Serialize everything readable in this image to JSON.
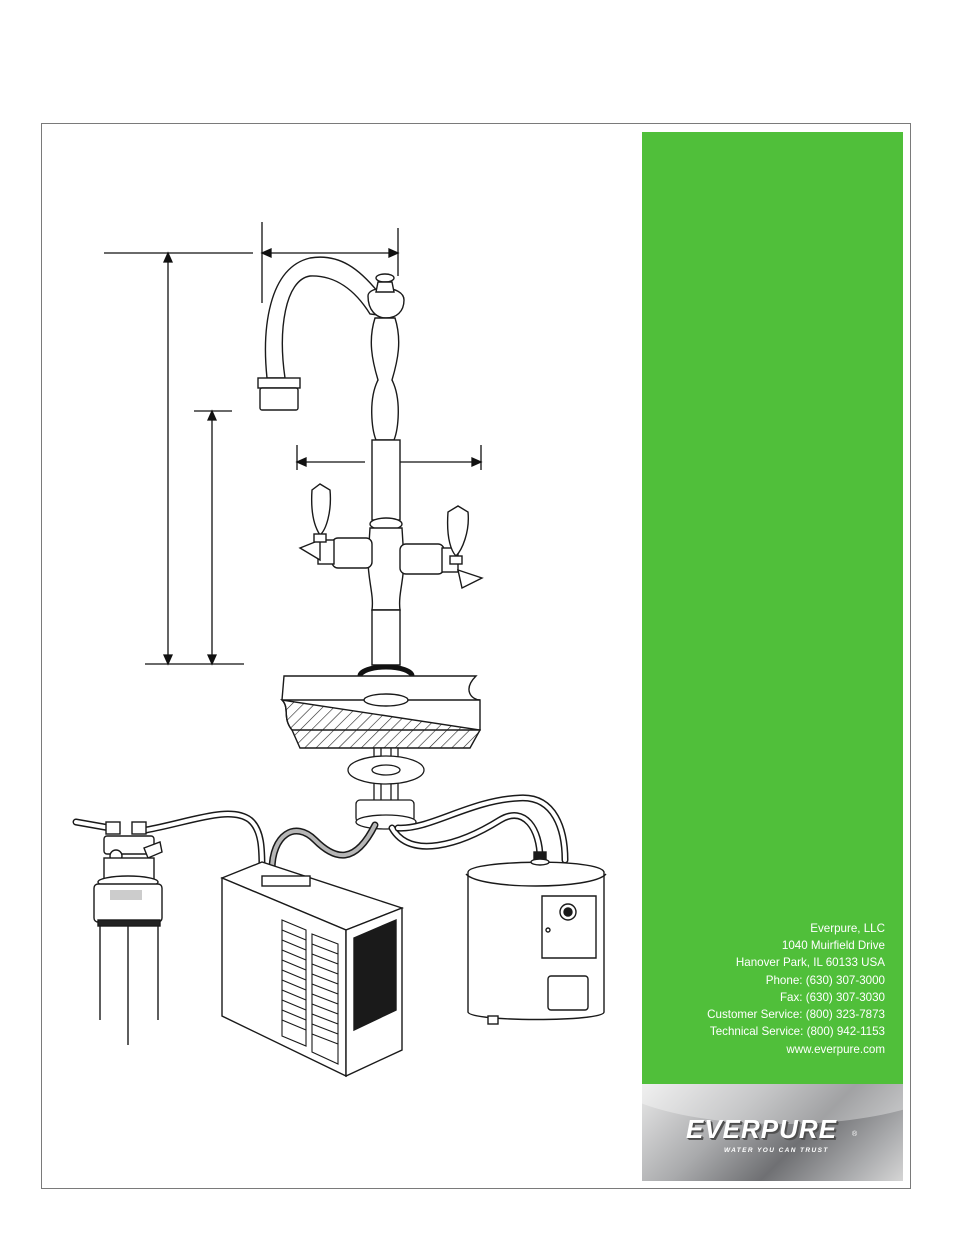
{
  "contact": {
    "company": "Everpure, LLC",
    "address1": "1040 Muirfield Drive",
    "address2": "Hanover Park, IL 60133 USA",
    "phone": "Phone: (630) 307-3000",
    "fax": "Fax: (630) 307-3030",
    "customer_service": "Customer Service: (800) 323-7873",
    "technical_service": "Technical Service: (800) 942-1153",
    "website": "www.everpure.com"
  },
  "logo": {
    "brand": "EVERPURE",
    "registered": "®",
    "tagline": "WATER YOU CAN TRUST"
  },
  "colors": {
    "accent_green": "#50bf3a",
    "frame_gray": "#7a7a7a",
    "line_art": "#1a1a1a"
  },
  "illustration": {
    "parts": [
      "faucet",
      "countertop",
      "mounting-hardware",
      "water-filter",
      "chiller-unit",
      "hot-water-tank",
      "tubing"
    ]
  }
}
